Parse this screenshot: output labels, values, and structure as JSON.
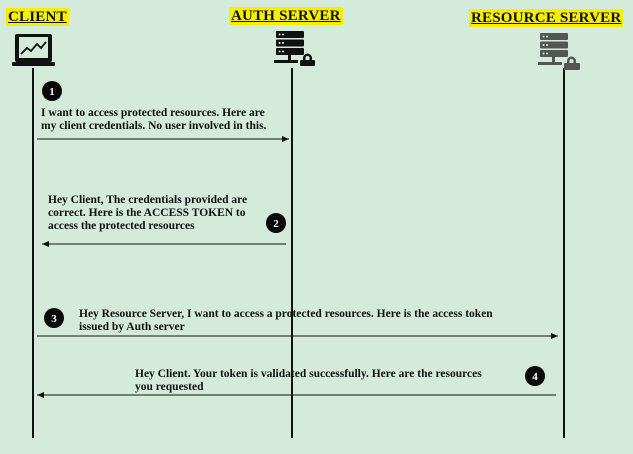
{
  "actors": {
    "client": "CLIENT",
    "auth_server": "AUTH SERVER",
    "resource_server": "RESOURCE SERVER"
  },
  "messages": [
    {
      "step": "1",
      "text": "I want to access protected resources. Here are\nmy client credentials. No user involved in this."
    },
    {
      "step": "2",
      "text": "Hey Client, The credentials provided are\ncorrect. Here is the ACCESS TOKEN to\naccess the protected resources"
    },
    {
      "step": "3",
      "text": "Hey Resource Server,  I want to access a protected resources. Here is the access token\nissued by Auth server"
    },
    {
      "step": "4",
      "text": "Hey Client. Your token is validated successfully. Here are the resources\nyou requested"
    }
  ],
  "icons": {
    "client": "laptop-icon",
    "auth_server": "server-lock-icon",
    "resource_server": "server-lock-icon"
  },
  "colors": {
    "background": "#d4eadb",
    "label_highlight": "#f6f000",
    "auth_icon": "#111111",
    "resource_icon": "#555555"
  }
}
